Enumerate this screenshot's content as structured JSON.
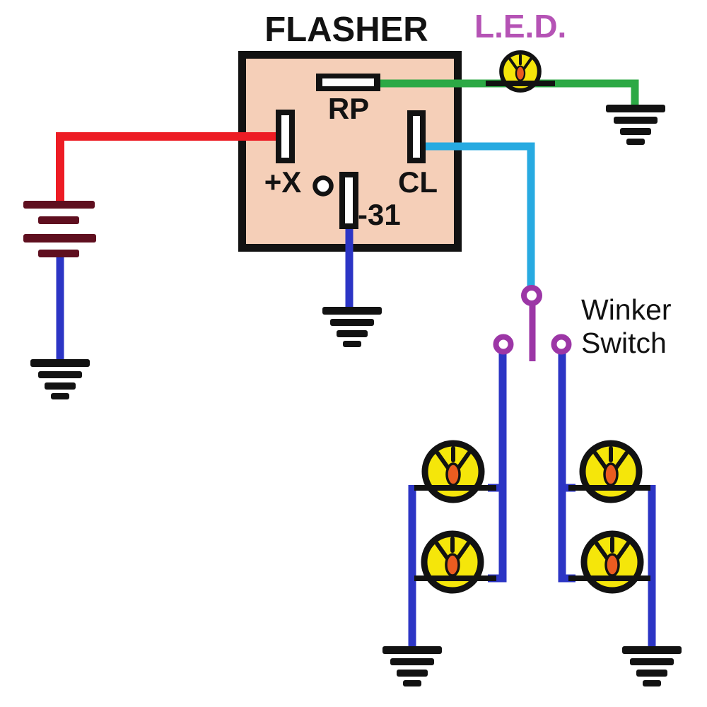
{
  "labels": {
    "title": "FLASHER",
    "led": "L.E.D.",
    "pin_rp": "RP",
    "pin_plus_x": "+X",
    "pin_cl": "CL",
    "pin_neg31": "-31",
    "winker_line1": "Winker",
    "winker_line2": "Switch"
  },
  "colors": {
    "relay_body_fill": "#f5cfb8",
    "outline_black": "#121212",
    "wire_red": "#ed1c24",
    "wire_green": "#2ca945",
    "wire_blue": "#2c35c5",
    "wire_cyan": "#27aae1",
    "battery_dark_red": "#5f0f1f",
    "switch_purple": "#9c36a6",
    "led_label_purple": "#b553b5",
    "bulb_yellow": "#f5e60a",
    "bulb_filament_orange": "#ea5c20"
  },
  "components": {
    "relay_pin_labels": [
      "RP",
      "+X",
      "CL",
      "-31"
    ],
    "bulb_count": 4,
    "ground_symbol_count": 5,
    "switch_contact_count": 3
  },
  "icons": {
    "ground": "ground-icon",
    "battery": "battery-icon",
    "bulb": "bulb-icon",
    "led": "led-icon",
    "switch_contact": "switch-contact-icon"
  }
}
